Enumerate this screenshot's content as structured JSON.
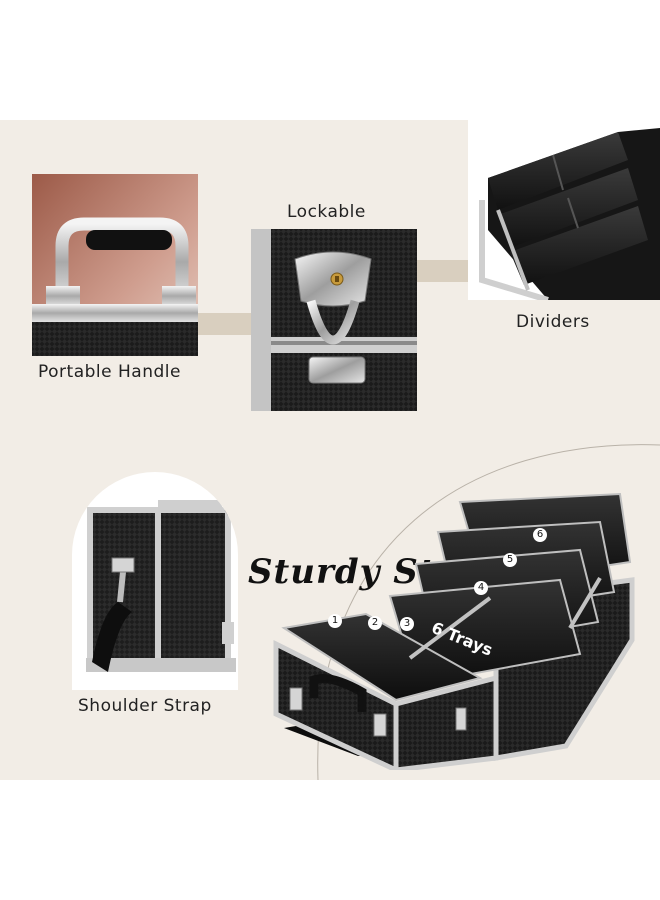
{
  "headline": "Sturdy Structure",
  "features": {
    "handle": "Portable Handle",
    "lock": "Lockable",
    "dividers": "Dividers",
    "strap": "Shoulder Strap"
  },
  "trays": {
    "label": "6 Trays",
    "numbers": [
      "1",
      "2",
      "3",
      "4",
      "5",
      "6"
    ]
  },
  "colors": {
    "background": "#f2ede6",
    "accent_tan": "#d9cfbf",
    "case_black": "#1a1a1a",
    "aluminum": "#c9c9c9"
  }
}
